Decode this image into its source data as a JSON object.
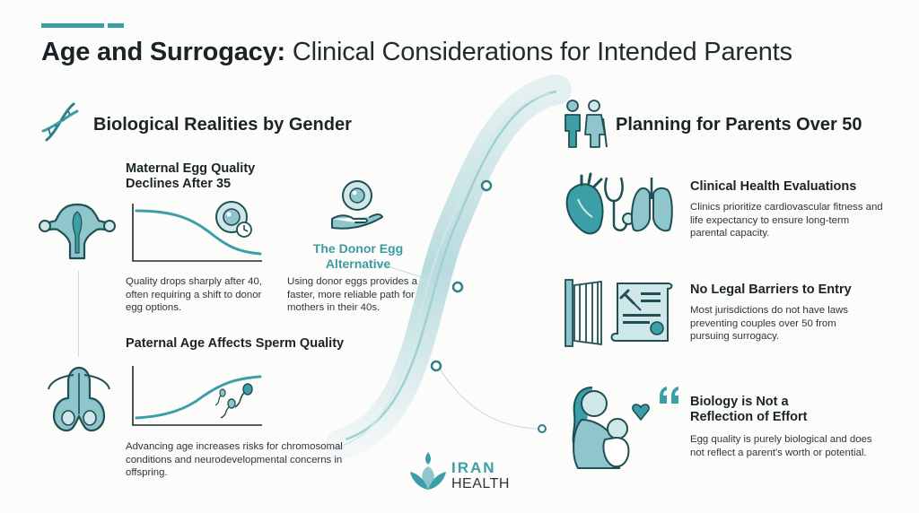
{
  "title": {
    "bold": "Age and Surrogacy:",
    "light": "Clinical Considerations for Intended Parents"
  },
  "left_section": {
    "heading": "Biological Realities by Gender",
    "maternal": {
      "heading": "Maternal Egg Quality Declines After 35",
      "heading_line1": "Maternal Egg Quality",
      "heading_line2": "Declines After 35",
      "body": "Quality drops sharply after 40, often requiring a shift to donor egg options."
    },
    "donor": {
      "heading_line1": "The Donor Egg",
      "heading_line2": "Alternative",
      "body": "Using donor eggs provides a faster, more reliable path for mothers in their 40s."
    },
    "paternal": {
      "heading": "Paternal Age Affects Sperm Quality",
      "body": "Advancing age increases risks for chromosomal conditions and neurodevelopmental concerns in offspring."
    }
  },
  "right_section": {
    "heading": "Planning for Parents Over 50",
    "items": [
      {
        "title": "Clinical Health Evaluations",
        "body": "Clinics prioritize cardiovascular fitness and life expectancy to ensure long-term parental capacity."
      },
      {
        "title": "No Legal Barriers to Entry",
        "body": "Most jurisdictions do not have laws preventing couples over 50 from pursuing surrogacy."
      },
      {
        "title_line1": "Biology is Not a",
        "title_line2": "Reflection of Effort",
        "body": "Egg quality is purely biological and does not reflect a parent's worth or potential."
      }
    ]
  },
  "logo": {
    "line1": "IRAN",
    "line2": "HEALTH"
  },
  "colors": {
    "teal": "#3c9ea6",
    "teal_dark": "#2e7f86",
    "teal_light": "#cfe7e9",
    "text": "#1e2a2c"
  }
}
